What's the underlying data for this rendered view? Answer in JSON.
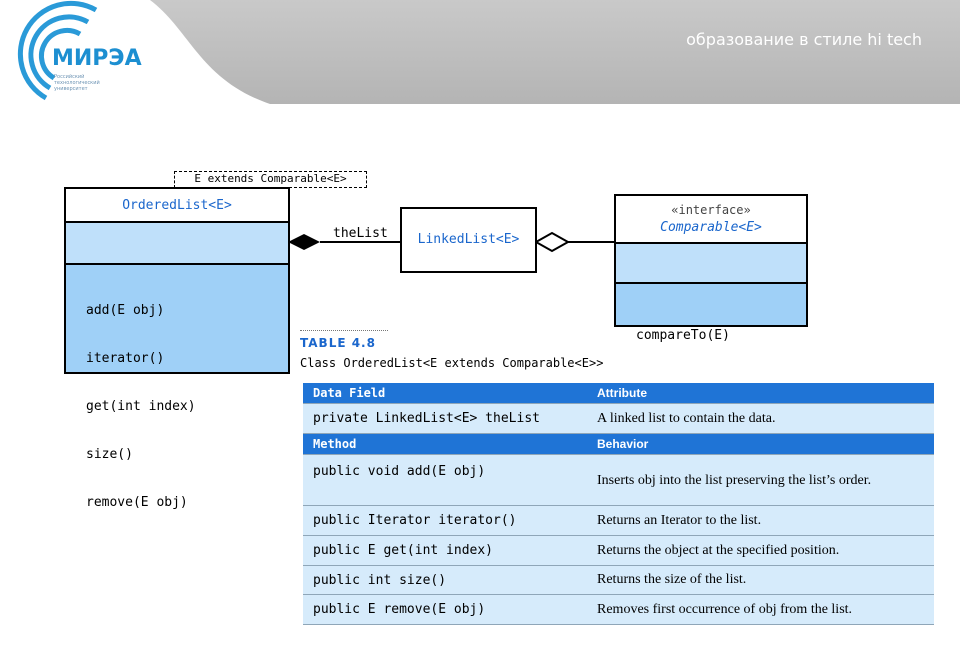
{
  "header": {
    "slogan": "образование в стиле hi tech",
    "logo": {
      "name": "МИРЭА",
      "subtitle_lines": [
        "Российский",
        "технологический",
        "университет"
      ]
    }
  },
  "uml": {
    "ordered_list": {
      "template_param": "E extends Comparable<E>",
      "name": "OrderedList<E>",
      "methods": [
        "add(E obj)",
        "iterator()",
        "get(int index)",
        "size()",
        "remove(E obj)"
      ]
    },
    "association_label": "theList",
    "linked_list": {
      "name": "LinkedList<E>"
    },
    "comparable": {
      "stereotype": "«interface»",
      "name": "Comparable<E>",
      "methods": [
        "compareTo(E)"
      ]
    }
  },
  "table": {
    "label": "TABLE 4.8",
    "title": "Class OrderedList<E extends Comparable<E>>",
    "sections": [
      {
        "header": [
          "Data Field",
          "Attribute"
        ],
        "rows": [
          [
            "private LinkedList<E> theList",
            "A linked list to contain the data."
          ]
        ]
      },
      {
        "header": [
          "Method",
          "Behavior"
        ],
        "rows": [
          [
            "public void add(E obj)",
            "Inserts obj into the list preserving the list’s order."
          ],
          [
            "public Iterator iterator()",
            "Returns an Iterator to the list."
          ],
          [
            "public E get(int index)",
            "Returns the object at the specified position."
          ],
          [
            "public int size()",
            "Returns the size of the list."
          ],
          [
            "public E remove(E obj)",
            "Removes first occurrence of obj from the list."
          ]
        ]
      }
    ]
  },
  "colors": {
    "table_header": "#1f74d6",
    "table_row": "#d6ebfb",
    "uml_light": "#bfe0fa",
    "uml_mid": "#9fd0f7",
    "accent_blue": "#1a66cc"
  }
}
